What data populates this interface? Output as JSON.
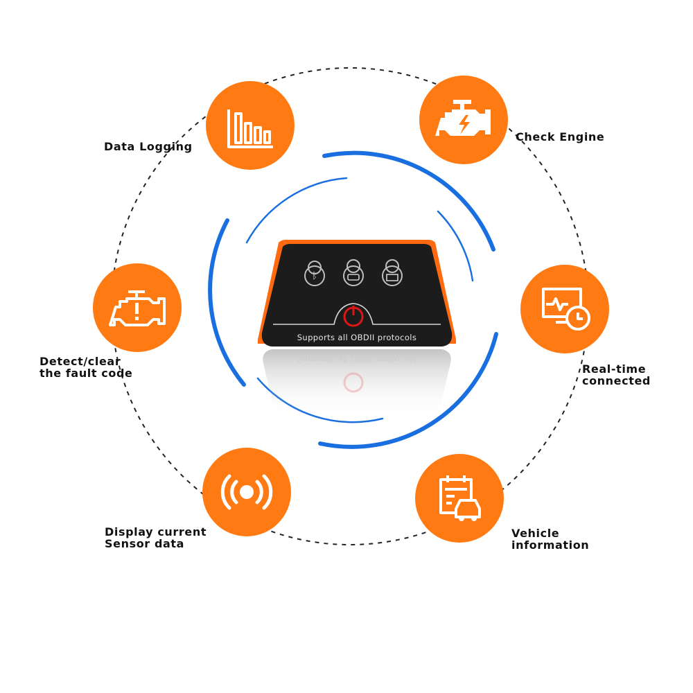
{
  "colors": {
    "accent": "#ff7a12",
    "ring": "#1a6fe0",
    "device_body": "#1c1c1c"
  },
  "features": [
    {
      "label": "Data Logging",
      "icon": "bar-chart-icon"
    },
    {
      "label": "Check Engine",
      "icon": "engine-icon"
    },
    {
      "label": "Detect/clear\nthe fault code",
      "icon": "engine-warning-icon"
    },
    {
      "label": "Real-time\nconnected",
      "icon": "monitor-clock-icon"
    },
    {
      "label": "Display current\nSensor data",
      "icon": "sensor-signal-icon"
    },
    {
      "label": "Vehicle\ninformation",
      "icon": "calendar-car-icon"
    }
  ],
  "device": {
    "caption": "Supports all OBDII protocols",
    "status_icons": [
      "bluetooth-icon",
      "car-icon",
      "battery-icon"
    ],
    "button_icon": "power-icon"
  }
}
